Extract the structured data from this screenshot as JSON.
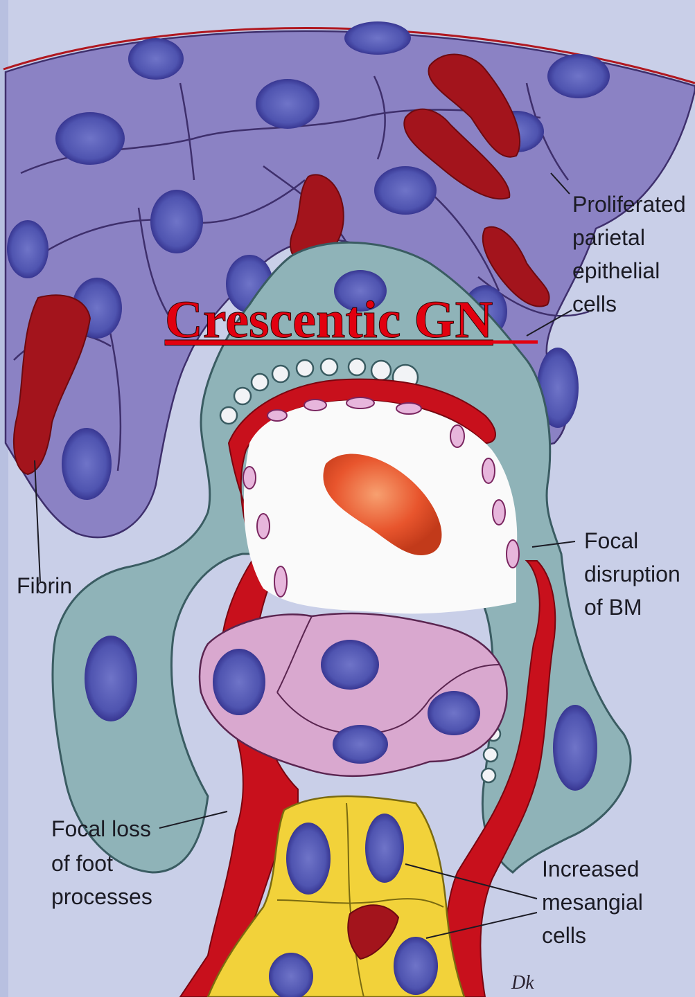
{
  "title": "Crescentic GN",
  "labels": {
    "proliferated": [
      "Proliferated",
      "parietal",
      "epithelial",
      "cells"
    ],
    "fibrin": "Fibrin",
    "focal_disruption": [
      "Focal",
      "disruption",
      "of BM"
    ],
    "focal_loss": [
      "Focal loss",
      "of foot",
      "processes"
    ],
    "mesangial": [
      "Increased",
      "mesangial",
      "cells"
    ],
    "signature": "Dk"
  },
  "colors": {
    "background": "#c9cfe8",
    "crescent_cells": "#8b82c4",
    "nucleus": "#3a338f",
    "fibrin": "#a3141c",
    "basement_membrane": "#c8101c",
    "podocyte": "#8fb3b8",
    "endothelium": "#d9a8cf",
    "mesangium": "#f2d23a",
    "red_cell": "#e8552d",
    "title": "#e2000f"
  }
}
